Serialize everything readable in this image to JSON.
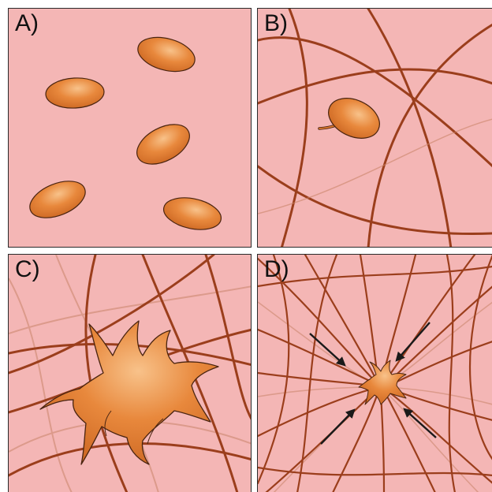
{
  "panels": [
    {
      "id": "A",
      "label": "A)"
    },
    {
      "id": "B",
      "label": "B)"
    },
    {
      "id": "C",
      "label": "C)"
    },
    {
      "id": "D",
      "label": "D)"
    }
  ],
  "colors": {
    "background": "#f4b6b5",
    "fiber": "#9b3e1c",
    "fiber_faint": "#c98469",
    "cell": "#e07a2e",
    "cell_highlight": "#f6b271",
    "outline": "#4a2410",
    "arrow": "#1a1a1a"
  },
  "icons": [
    "cell-icon",
    "fiber-icon",
    "arrow-icon"
  ]
}
